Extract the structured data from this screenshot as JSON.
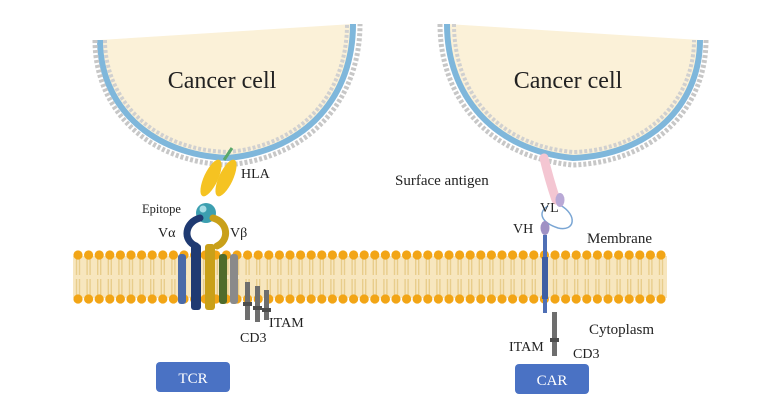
{
  "cells": [
    {
      "label": "Cancer cell"
    },
    {
      "label": "Cancer cell"
    }
  ],
  "labels": {
    "hla": "HLA",
    "epitope": "Epitope",
    "v_alpha": "Vα",
    "v_beta": "Vβ",
    "itam_tcr": "ITAM",
    "cd3_tcr": "CD3",
    "surface_antigen": "Surface antigen",
    "vl": "VL",
    "vh": "VH",
    "membrane": "Membrane",
    "cytoplasm": "Cytoplasm",
    "itam_car": "ITAM",
    "cd3_car": "CD3"
  },
  "buttons": {
    "tcr": "TCR",
    "car": "CAR"
  },
  "colors": {
    "cell_fill": "#fbf1d8",
    "lipid_head": "#f2a516",
    "lipid_tail": "#e8cd8c",
    "membrane_bg": "#f7e6be",
    "cell_membrane_blue": "#7fb7db",
    "hla_yellow": "#f5c322",
    "epitope_teal": "#3c9fb0",
    "tcr_navy": "#1f3a72",
    "tcr_gold": "#c9a019",
    "tcr_green": "#4f6b2b",
    "cd3_gray": "#6e6e6e",
    "car_blue": "#4f6fb5",
    "scfv_lilac": "#b9a9d6",
    "antigen_pink": "#f4c6d2",
    "button_blue": "#4a72c4"
  }
}
